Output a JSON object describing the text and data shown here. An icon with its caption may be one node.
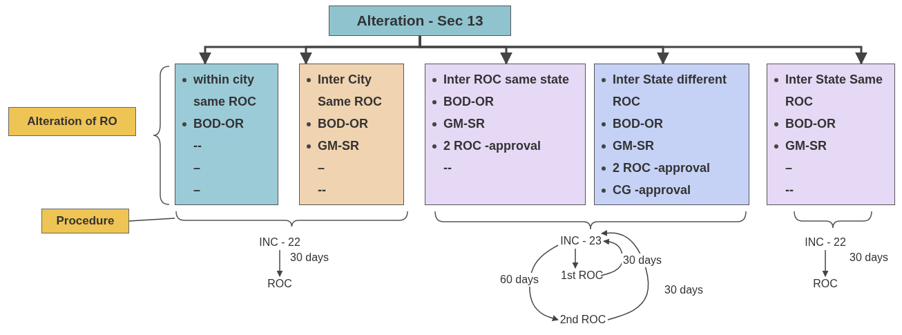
{
  "diagram": {
    "nodes": [
      {
        "text": [
          "Alteration - Sec 13"
        ]
      },
      {
        "text": [
          "within city same ROC",
          "BOD-OR",
          "--",
          "–",
          "–"
        ]
      },
      {
        "text": [
          "Inter City Same ROC",
          "BOD-OR",
          "GM-SR",
          "–",
          "--"
        ]
      },
      {
        "text": [
          "Inter ROC same state",
          "BOD-OR",
          "GM-SR",
          "2 ROC -approval",
          "--"
        ]
      },
      {
        "text": [
          "Inter State different ROC",
          "BOD-OR",
          "GM-SR",
          "2 ROC -approval",
          "CG -approval"
        ]
      },
      {
        "text": [
          "Inter State Same ROC",
          "BOD-OR",
          "GM-SR",
          "–",
          "--"
        ]
      },
      {
        "text": [
          "Alteration of  RO"
        ]
      },
      {
        "text": [
          "Procedure"
        ]
      },
      {
        "text": [
          "INC - 22"
        ]
      },
      {
        "text": [
          "ROC"
        ]
      },
      {
        "text": [
          "INC - 23"
        ]
      },
      {
        "text": [
          "1st ROC"
        ]
      },
      {
        "text": [
          "2nd ROC"
        ]
      },
      {
        "text": [
          "INC - 22"
        ]
      },
      {
        "text": [
          "ROC"
        ]
      },
      {
        "text": [],
        "shape": "brace"
      }
    ],
    "edges": [
      {
        "from": 0,
        "to": 1,
        "arrow": "to"
      },
      {
        "from": 0,
        "to": 2,
        "arrow": "to"
      },
      {
        "from": 0,
        "to": 3,
        "arrow": "to"
      },
      {
        "from": 0,
        "to": 4,
        "arrow": "to"
      },
      {
        "from": 0,
        "to": 5,
        "arrow": "to"
      },
      {
        "from": 7,
        "to": 15,
        "arrow": "none"
      },
      {
        "from": 8,
        "to": 9,
        "arrow": "to",
        "label": "30 days"
      },
      {
        "from": 10,
        "to": 11,
        "arrow": "to"
      },
      {
        "from": 11,
        "to": 10,
        "arrow": "to",
        "label": "30 days"
      },
      {
        "from": 10,
        "to": 12,
        "arrow": "to",
        "label": "60 days"
      },
      {
        "from": 12,
        "to": 10,
        "arrow": "to",
        "label": "30 days"
      },
      {
        "from": 13,
        "to": 14,
        "arrow": "to",
        "label": "30 days"
      }
    ]
  }
}
